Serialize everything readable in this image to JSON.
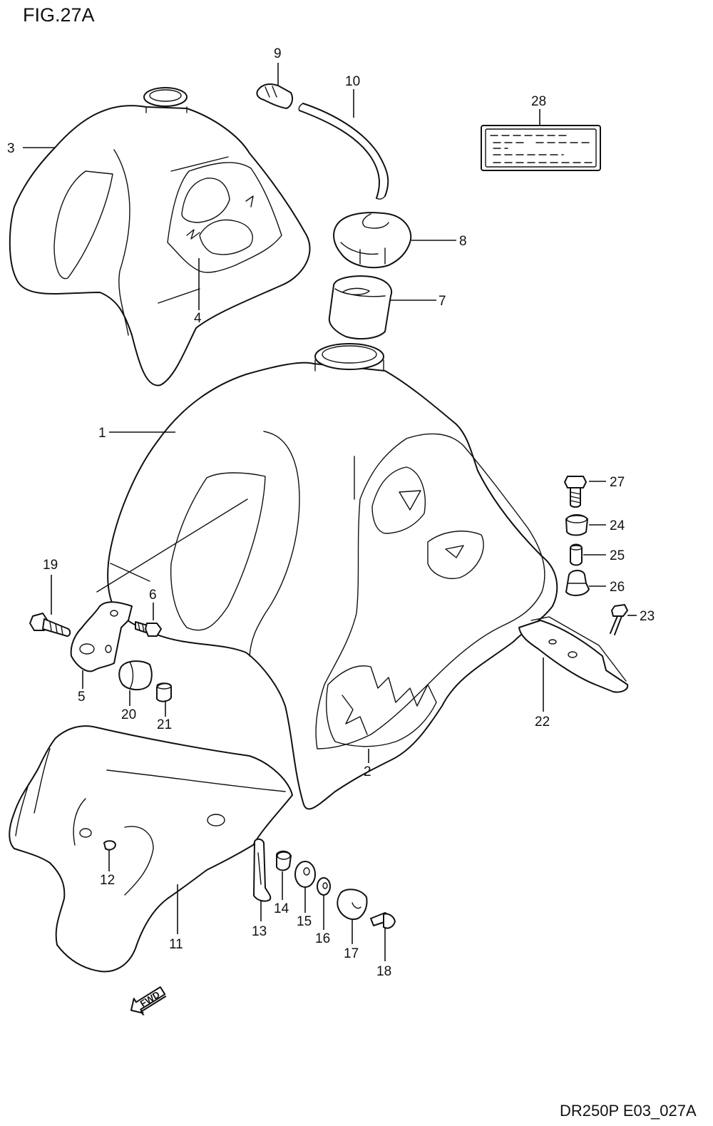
{
  "figure": {
    "title": "FIG.27A",
    "footer_code": "DR250P E03_027A",
    "direction_arrow": "FWD"
  },
  "callouts": {
    "n1": "1",
    "n2": "2",
    "n3": "3",
    "n4": "4",
    "n5": "5",
    "n6": "6",
    "n7": "7",
    "n8": "8",
    "n9": "9",
    "n10": "10",
    "n11": "11",
    "n12": "12",
    "n13": "13",
    "n14": "14",
    "n15": "15",
    "n16": "16",
    "n17": "17",
    "n18": "18",
    "n19": "19",
    "n20": "20",
    "n21": "21",
    "n22": "22",
    "n23": "23",
    "n24": "24",
    "n25": "25",
    "n26": "26",
    "n27": "27",
    "n28": "28"
  },
  "icons": {
    "fwd_arrow": "fwd-arrow-icon"
  }
}
